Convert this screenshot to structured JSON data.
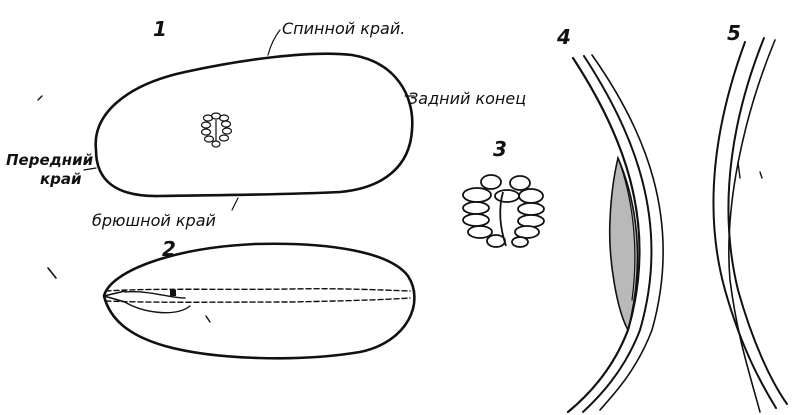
{
  "figure": {
    "numbers": {
      "n1": "1",
      "n2": "2",
      "n3": "3",
      "n4": "4",
      "n5": "5"
    },
    "labels": {
      "dorsal_edge": "Спинной край.",
      "posterior_end": "Задний конец",
      "anterior_edge_line1": "Передний",
      "anterior_edge_line2": "край",
      "ventral_edge": "брюшной край"
    }
  }
}
